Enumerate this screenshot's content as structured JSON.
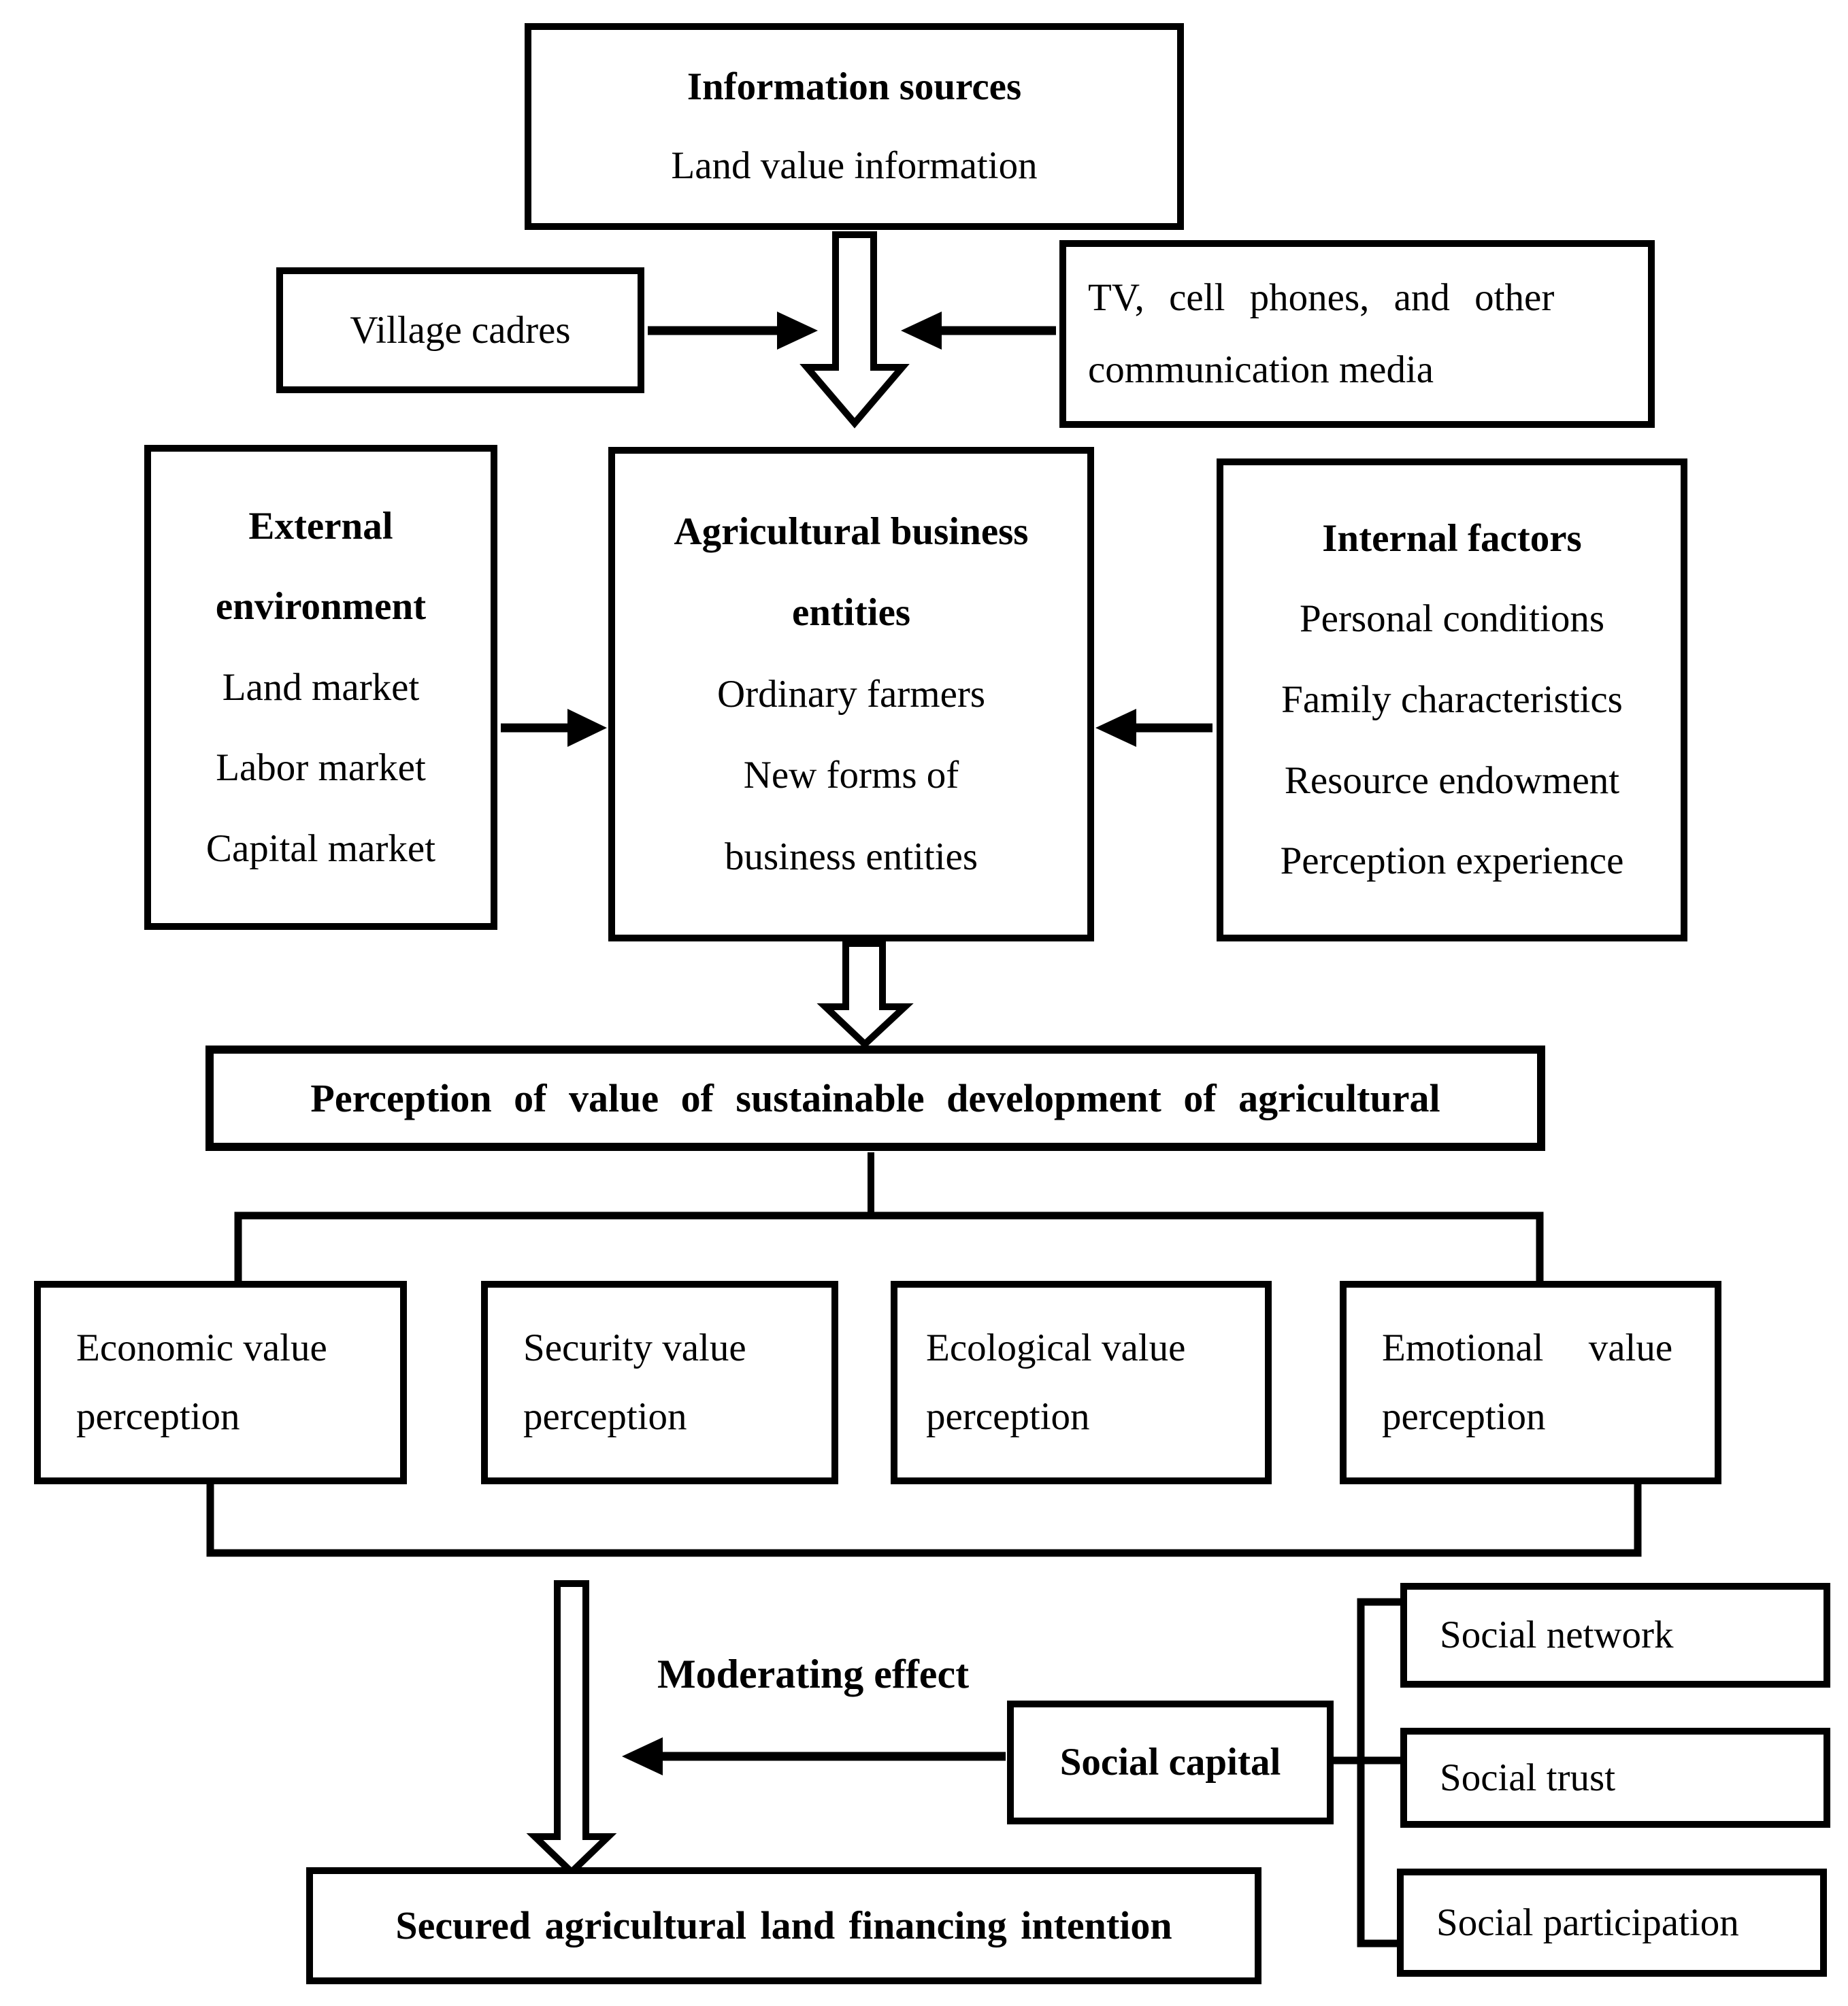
{
  "colors": {
    "ink": "#000000",
    "paper": "#ffffff"
  },
  "info_box": {
    "title": "Information sources",
    "subtitle": "Land value information"
  },
  "village_box": {
    "label": "Village cadres"
  },
  "tv_box": {
    "line1": "TV, cell phones, and other",
    "line2": "communication media"
  },
  "external_box": {
    "title1": "External",
    "title2": "environment",
    "item1": "Land market",
    "item2": "Labor market",
    "item3": "Capital market"
  },
  "agri_box": {
    "title1": "Agricultural business",
    "title2": "entities",
    "line1": "Ordinary farmers",
    "line2": "New forms of",
    "line3": "business entities"
  },
  "internal_box": {
    "title": "Internal factors",
    "item1": "Personal conditions",
    "item2": "Family characteristics",
    "item3": "Resource endowment",
    "item4": "Perception experience"
  },
  "perception_bar": {
    "label": "Perception of value of sustainable development of agricultural"
  },
  "perception_boxes": {
    "economic": {
      "line1": "Economic value",
      "line2": "perception"
    },
    "security": {
      "line1": "Security value",
      "line2": "perception"
    },
    "ecological": {
      "line1": "Ecological value",
      "line2": "perception"
    },
    "emotional": {
      "line1": "Emotional value",
      "line2": "perception"
    }
  },
  "moderating": {
    "label": "Moderating effect"
  },
  "social_capital_box": {
    "label": "Social capital"
  },
  "secured_box": {
    "label": "Secured agricultural land financing intention"
  },
  "social_boxes": {
    "network": "Social network",
    "trust": "Social trust",
    "participation": "Social participation"
  }
}
